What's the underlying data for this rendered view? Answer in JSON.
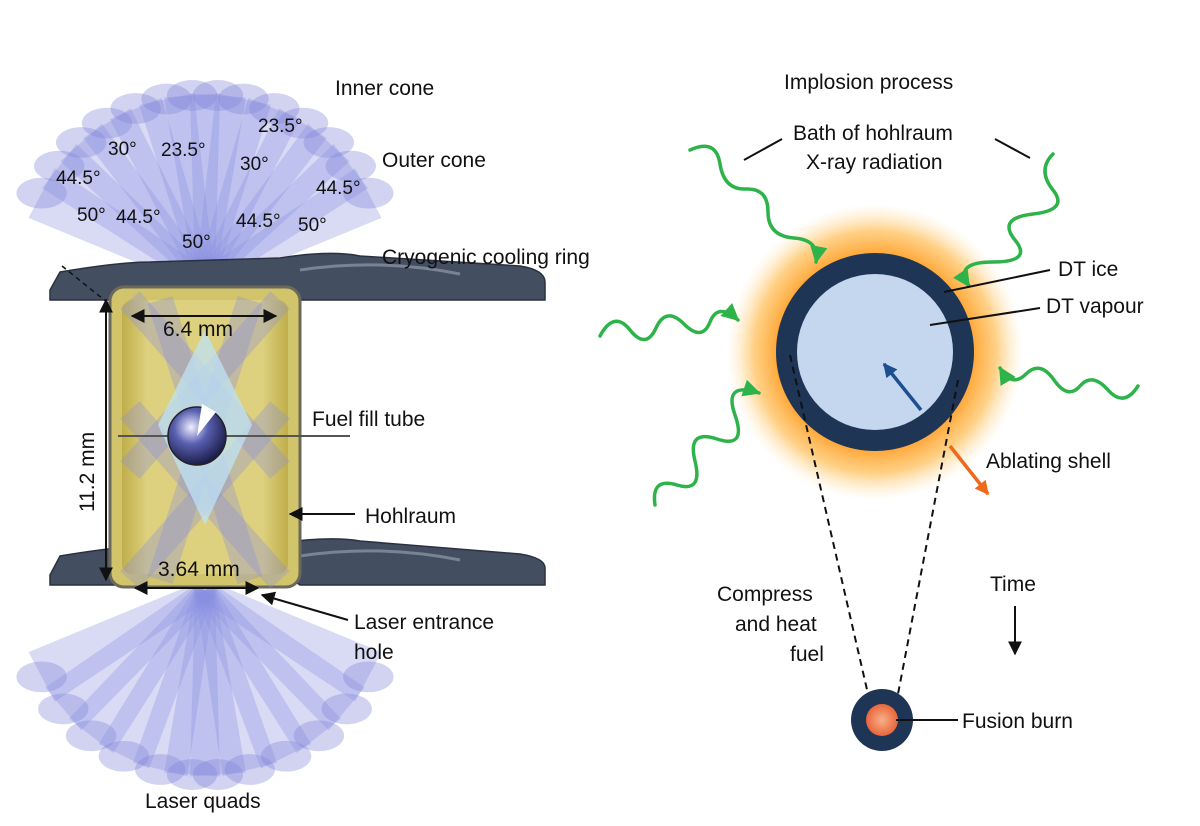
{
  "left_panel": {
    "cones": {
      "inner_cone_label": "Inner cone",
      "outer_cone_label": "Outer cone",
      "angles": [
        "30°",
        "23.5°",
        "23.5°",
        "30°",
        "44.5°",
        "44.5°",
        "50°",
        "44.5°",
        "44.5°",
        "50°",
        "50°"
      ]
    },
    "cryogenic_label": "Cryogenic cooling ring",
    "width_dimension": "6.4 mm",
    "height_dimension": "11.2 mm",
    "leh_dimension": "3.64 mm",
    "fuel_fill_label": "Fuel fill tube",
    "hohlraum_label": "Hohlraum",
    "leh_label_line1": "Laser entrance",
    "leh_label_line2": "hole",
    "laser_quads_label": "Laser quads"
  },
  "right_panel": {
    "title": "Implosion process",
    "bath_line1": "Bath of hohlraum",
    "bath_line2": "X-ray radiation",
    "dt_ice_label": "DT ice",
    "dt_vapour_label": "DT vapour",
    "ablating_label": "Ablating shell",
    "time_label": "Time",
    "compress_line1": "Compress",
    "compress_line2": "and heat",
    "compress_line3": "fuel",
    "fusion_label": "Fusion burn"
  },
  "colors": {
    "beam": "#8a8ee0",
    "hohlraum_wall": "#c9b858",
    "ring": "#3f4a5c",
    "shell": "#1f3556",
    "vapour": "#c4d7ee",
    "glow": "#ff9a1f",
    "xray": "#2db34a",
    "compress_arrow": "#1e4f8f",
    "ablating_arrow": "#ee6a1a",
    "fusion_core": "#f0784a"
  }
}
